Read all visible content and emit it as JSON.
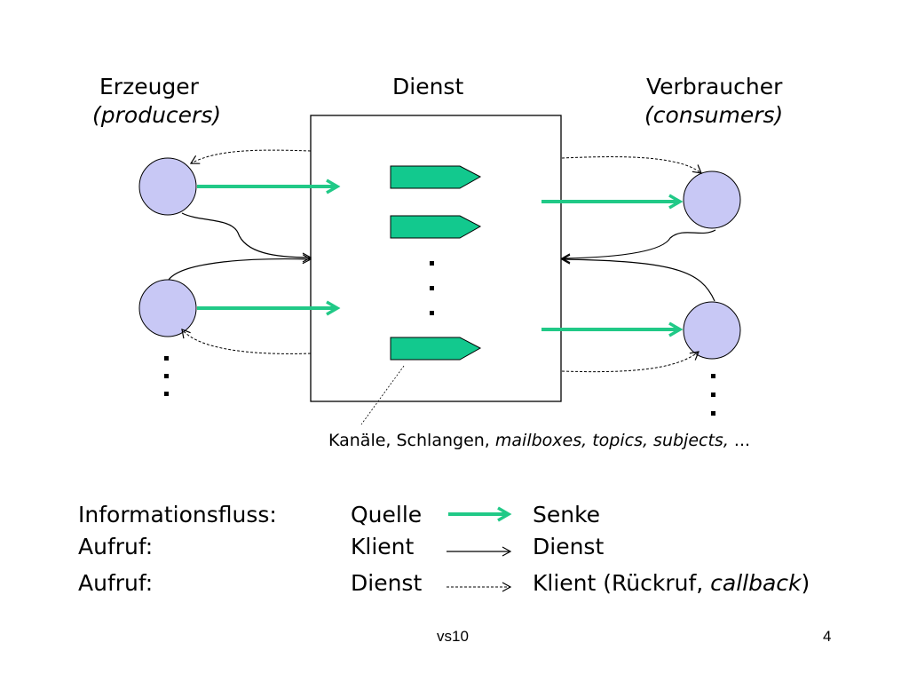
{
  "diagram": {
    "producers_title": "Erzeuger",
    "producers_subtitle": "(producers)",
    "service_title": "Dienst",
    "consumers_title": "Verbraucher",
    "consumers_subtitle": "(consumers)",
    "channels_label_plain": "Kanäle, Schlangen,",
    "channels_label_italic": "mailboxes, topics, subjects,",
    "channels_label_tail": "...",
    "node_fill": "#c8c8f5",
    "flow_color": "#21c987",
    "channel_fill": "#12c98e"
  },
  "legend": {
    "rows": [
      {
        "label": "Informationsfluss:",
        "from": "Quelle",
        "to": "Senke",
        "arrow_style": "solid-thick"
      },
      {
        "label": "Aufruf:",
        "from": "Klient",
        "to": "Dienst",
        "arrow_style": "solid-thin"
      },
      {
        "label": "Aufruf:",
        "from": "Dienst",
        "to_plain": "Klient (Rückruf, ",
        "to_italic": "callback",
        "to_tail": ")",
        "arrow_style": "dashed"
      }
    ]
  },
  "footer": {
    "course": "vs10",
    "page_number": "4"
  }
}
